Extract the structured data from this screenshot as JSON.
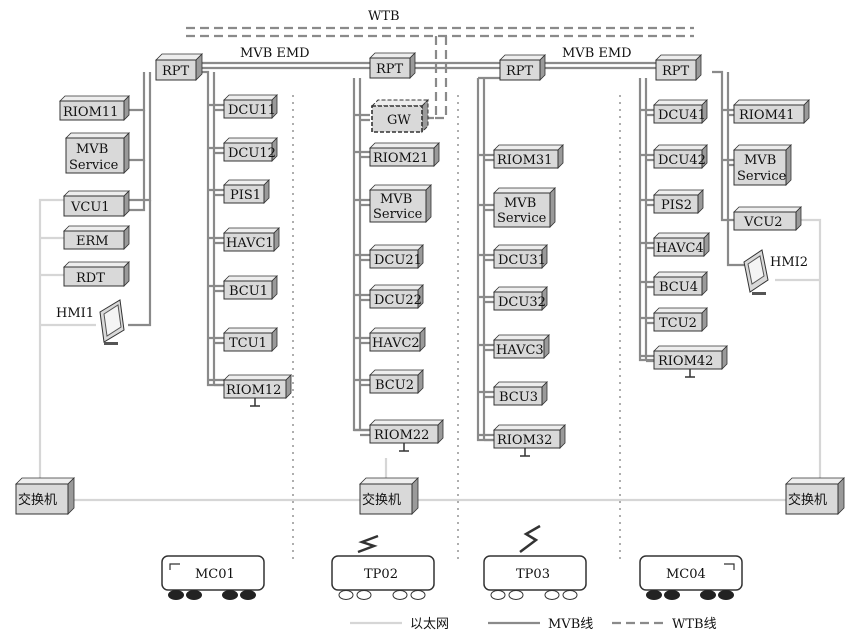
{
  "title_wtb": "WTB",
  "bus_labels": {
    "left": "MVB EMD",
    "right": "MVB EMD"
  },
  "devices": {
    "c1": {
      "rpt": "RPT",
      "riom11": "RIOM11",
      "mvb_l1": "MVB",
      "mvb_l2": "Service",
      "vcu1": "VCU1",
      "erm": "ERM",
      "rdt": "RDT",
      "hmi1": "HMI1",
      "dcu11": "DCU11",
      "dcu12": "DCU12",
      "pis1": "PIS1",
      "havc1": "HAVC1",
      "bcu1": "BCU1",
      "tcu1": "TCU1",
      "riom12": "RIOM12"
    },
    "c2": {
      "rpt": "RPT",
      "gw": "GW",
      "riom21": "RIOM21",
      "mvb_l1": "MVB",
      "mvb_l2": "Service",
      "dcu21": "DCU21",
      "dcu22": "DCU22",
      "havc2": "HAVC2",
      "bcu2": "BCU2",
      "riom22": "RIOM22"
    },
    "c3": {
      "rpt": "RPT",
      "riom31": "RIOM31",
      "mvb_l1": "MVB",
      "mvb_l2": "Service",
      "dcu31": "DCU31",
      "dcu32": "DCU32",
      "havc3": "HAVC3",
      "bcu3": "BCU3",
      "riom32": "RIOM32"
    },
    "c4": {
      "rpt": "RPT",
      "dcu41": "DCU41",
      "riom41": "RIOM41",
      "dcu42": "DCU42",
      "mvb_l1": "MVB",
      "mvb_l2": "Service",
      "pis2": "PIS2",
      "vcu2": "VCU2",
      "havc4": "HAVC4",
      "hmi2": "HMI2",
      "bcu4": "BCU4",
      "tcu2": "TCU2",
      "riom42": "RIOM42"
    }
  },
  "switches": {
    "left": "交换机",
    "center": "交换机",
    "right": "交换机"
  },
  "cars": {
    "mc01": "MC01",
    "tp02": "TP02",
    "tp03": "TP03",
    "mc04": "MC04"
  },
  "legend": {
    "ethernet": "以太网",
    "mvb": "MVB线",
    "wtb": "WTB线"
  },
  "colors": {
    "mvb_line": "#8a8a8a",
    "ethernet_line": "#d6d6d6",
    "box_fill": "#d9d9d9"
  }
}
